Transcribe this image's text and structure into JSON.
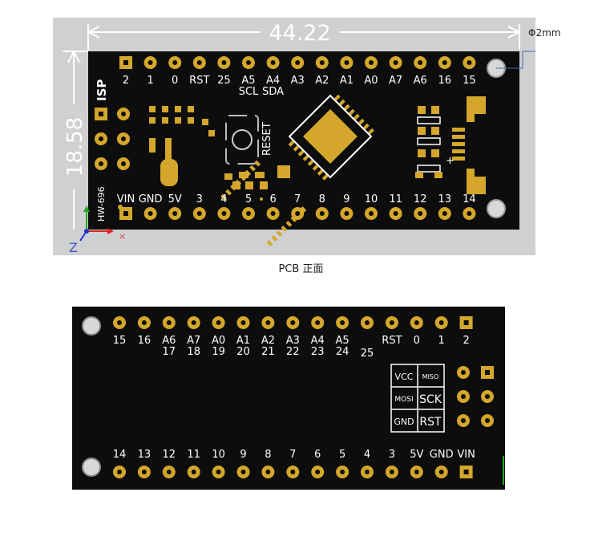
{
  "top_panel": {
    "width_dim": "44.22",
    "height_dim": "18.58",
    "hole_label": "Φ2mm",
    "board_name": "HW-696",
    "isp_label": "ISP",
    "reset_label": "RESET",
    "plus_label": "+",
    "axis_z": "Z",
    "top_pins": [
      "2",
      "1",
      "0",
      "RST",
      "25",
      "A5",
      "A4",
      "A3",
      "A2",
      "A1",
      "A0",
      "A7",
      "A6",
      "16",
      "15"
    ],
    "top_sub": {
      "A5": "SCL",
      "A4": "SDA"
    },
    "bottom_pins": [
      "VIN",
      "GND",
      "5V",
      "3",
      "4",
      "5",
      "6",
      "7",
      "8",
      "9",
      "10",
      "11",
      "12",
      "13",
      "14"
    ]
  },
  "caption": "PCB 正面",
  "bottom_panel": {
    "top_row": [
      {
        "a": "15",
        "b": ""
      },
      {
        "a": "16",
        "b": ""
      },
      {
        "a": "A6",
        "b": "17"
      },
      {
        "a": "A7",
        "b": "18"
      },
      {
        "a": "A0",
        "b": "19"
      },
      {
        "a": "A1",
        "b": "20"
      },
      {
        "a": "A2",
        "b": "21"
      },
      {
        "a": "A3",
        "b": "22"
      },
      {
        "a": "A4",
        "b": "23"
      },
      {
        "a": "A5",
        "b": "24"
      },
      {
        "a": "",
        "b": "25"
      },
      {
        "a": "RST",
        "b": ""
      },
      {
        "a": "0",
        "b": ""
      },
      {
        "a": "1",
        "b": ""
      },
      {
        "a": "2",
        "b": ""
      }
    ],
    "bottom_row": [
      "14",
      "13",
      "12",
      "11",
      "10",
      "9",
      "8",
      "7",
      "6",
      "5",
      "4",
      "3",
      "5V",
      "GND",
      "VIN"
    ],
    "isp_grid": [
      "VCC",
      "MISO",
      "MOSI",
      "SCK",
      "GND",
      "RST"
    ]
  }
}
